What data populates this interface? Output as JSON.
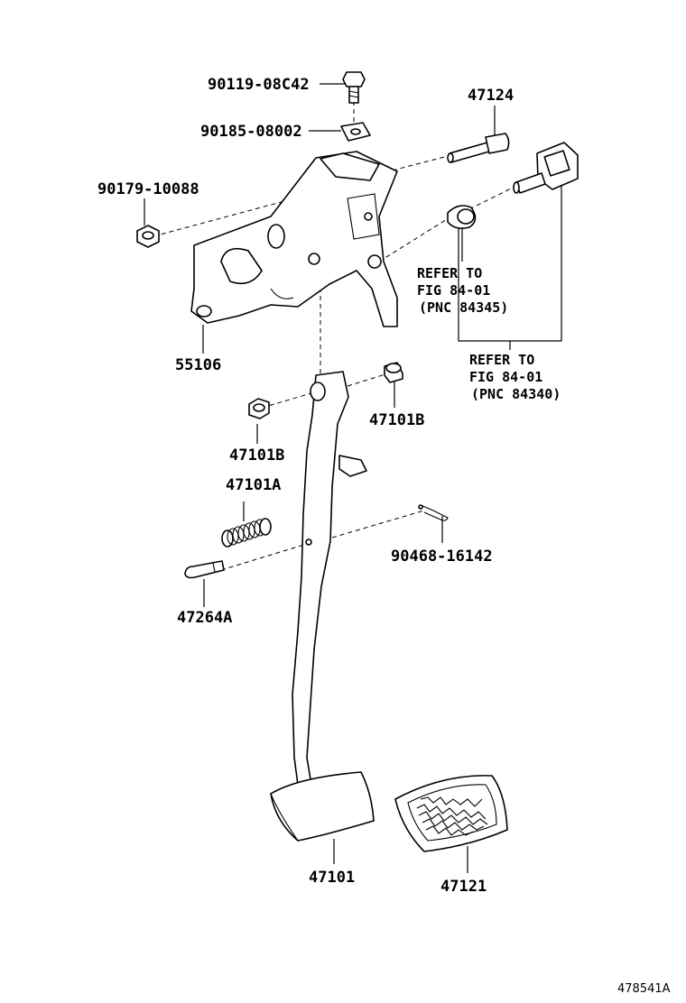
{
  "diagram": {
    "drawing_number": "478541A",
    "parts": [
      {
        "id": "p90119",
        "label": "90119-08C42"
      },
      {
        "id": "p90185",
        "label": "90185-08002"
      },
      {
        "id": "p47124",
        "label": "47124"
      },
      {
        "id": "p90179",
        "label": "90179-10088"
      },
      {
        "id": "p55106",
        "label": "55106"
      },
      {
        "id": "p47101b_left",
        "label": "47101B"
      },
      {
        "id": "p47101b_right",
        "label": "47101B"
      },
      {
        "id": "p47101a",
        "label": "47101A"
      },
      {
        "id": "p90468",
        "label": "90468-16142"
      },
      {
        "id": "p47264a",
        "label": "47264A"
      },
      {
        "id": "p47101",
        "label": "47101"
      },
      {
        "id": "p47121",
        "label": "47121"
      }
    ],
    "references": [
      {
        "line1": "REFER TO",
        "line2": "FIG 84-01",
        "line3": "(PNC 84345)"
      },
      {
        "line1": "REFER TO",
        "line2": "FIG 84-01",
        "line3": "(PNC 84340)"
      }
    ]
  }
}
